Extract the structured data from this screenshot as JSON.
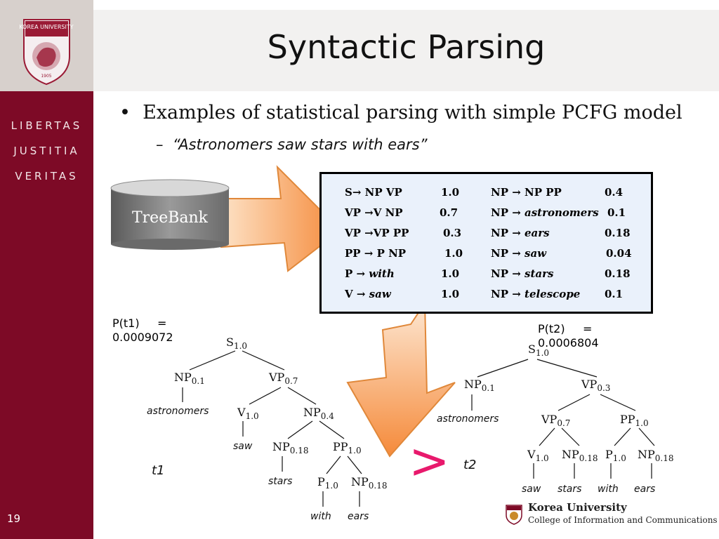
{
  "slide": {
    "title": "Syntactic Parsing",
    "bullet": "Examples of statistical parsing with simple PCFG model",
    "subbullet": "“Astronomers saw stars with ears”",
    "page_number": "19"
  },
  "sidebar": {
    "university": "KOREA UNIVERSITY",
    "year": "1905",
    "motto": [
      "LIBERTAS",
      "JUSTITIA",
      "VERITAS"
    ]
  },
  "treebank_label": "TreeBank",
  "rules_left": [
    {
      "text": "S→ NP  VP",
      "prob": "1.0"
    },
    {
      "text": "VP →V  NP",
      "prob": "0.7"
    },
    {
      "text": "VP →VP  PP",
      "prob": "0.3"
    },
    {
      "text": "PP → P  NP",
      "prob": "1.0"
    },
    {
      "text": "P → ",
      "word": "with",
      "prob": "1.0"
    },
    {
      "text": "V → ",
      "word": "saw",
      "prob": "1.0"
    }
  ],
  "rules_right": [
    {
      "text": "NP → NP PP",
      "word": "",
      "prob": "0.4"
    },
    {
      "text": "NP → ",
      "word": "astronomers",
      "prob": "0.1"
    },
    {
      "text": "NP → ",
      "word": "ears",
      "prob": "0.18"
    },
    {
      "text": "NP → ",
      "word": "saw",
      "prob": "0.04"
    },
    {
      "text": "NP → ",
      "word": "stars",
      "prob": "0.18"
    },
    {
      "text": "NP → ",
      "word": "telescope",
      "prob": "0.1"
    }
  ],
  "t1": {
    "prob_label": "P(t1)",
    "eq": "=",
    "prob_value": "0.0009072",
    "label": "t1",
    "nodes": {
      "s": "S",
      "s_p": "1.0",
      "np1": "NP",
      "np1_p": "0.1",
      "vp": "VP",
      "vp_p": "0.7",
      "v": "V",
      "v_p": "1.0",
      "np2": "NP",
      "np2_p": "0.4",
      "np3": "NP",
      "np3_p": "0.18",
      "pp": "PP",
      "pp_p": "1.0",
      "p": "P",
      "p_p": "1.0",
      "np4": "NP",
      "np4_p": "0.18"
    },
    "leaves": {
      "astronomers": "astronomers",
      "saw": "saw",
      "stars": "stars",
      "with": "with",
      "ears": "ears"
    }
  },
  "t2": {
    "prob_label": "P(t2)",
    "eq": "=",
    "prob_value": "0.0006804",
    "label": "t2",
    "nodes": {
      "s": "S",
      "s_p": "1.0",
      "np1": "NP",
      "np1_p": "0.1",
      "vp": "VP",
      "vp_p": "0.3",
      "vp2": "VP",
      "vp2_p": "0.7",
      "pp": "PP",
      "pp_p": "1.0",
      "v": "V",
      "v_p": "1.0",
      "np2": "NP",
      "np2_p": "0.18",
      "p": "P",
      "p_p": "1.0",
      "np3": "NP",
      "np3_p": "0.18"
    },
    "leaves": {
      "astronomers": "astronomers",
      "saw": "saw",
      "stars": "stars",
      "with": "with",
      "ears": "ears"
    }
  },
  "comparison": ">",
  "footer": {
    "line1": "Korea University",
    "line2": "College of Information and Communications"
  },
  "colors": {
    "sidebar": "#7d0a26",
    "arrow_fill": "#f7a35c",
    "arrow_stroke": "#e0883a",
    "rules_bg": "#eaf1fb",
    "gt": "#e8196c"
  }
}
